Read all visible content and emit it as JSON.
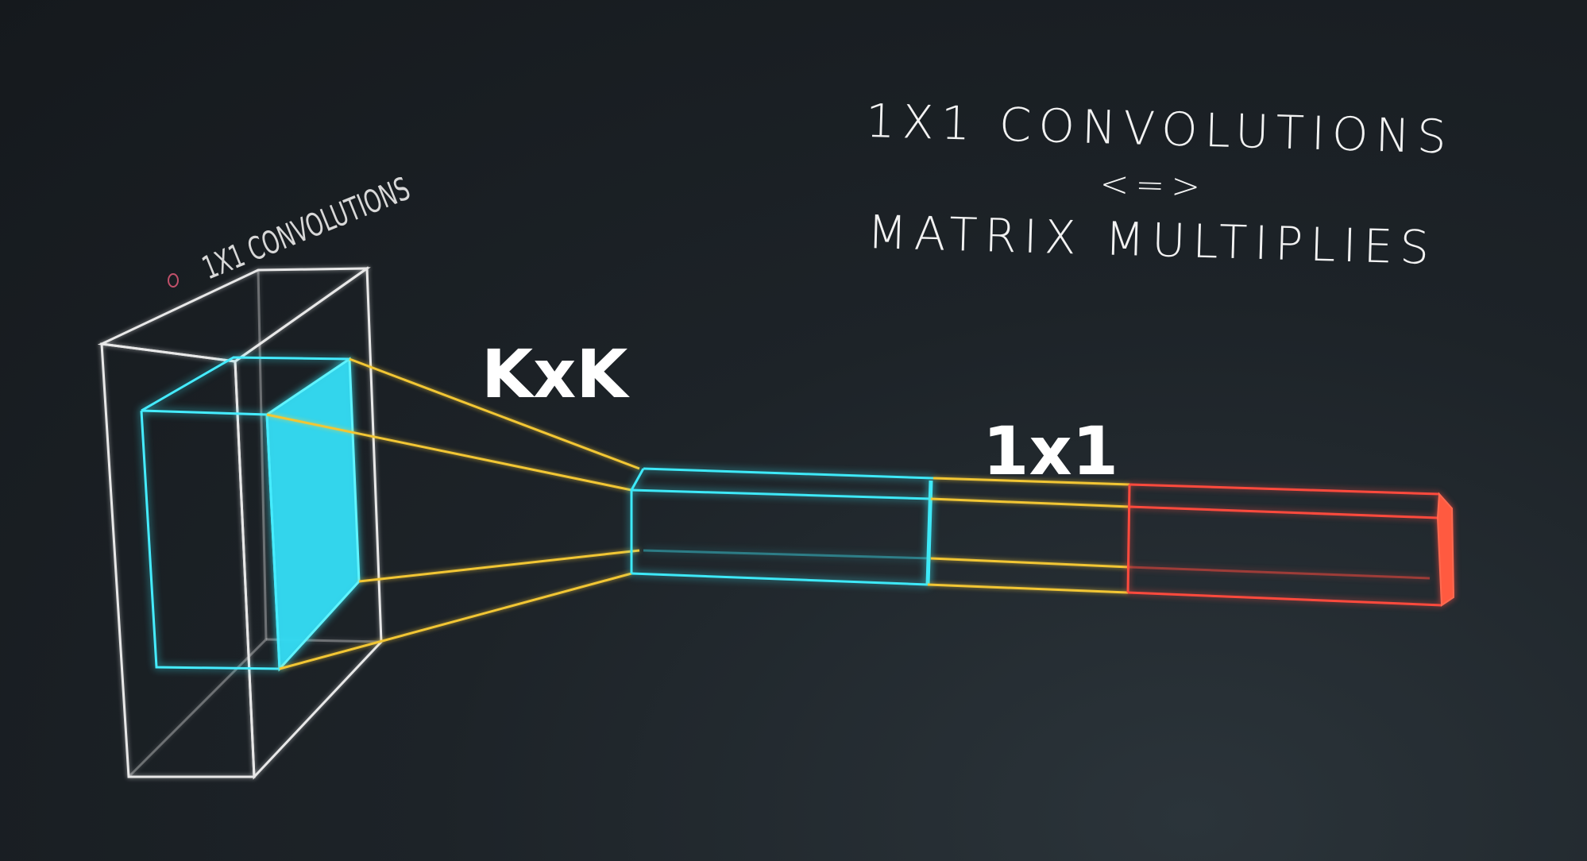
{
  "caption": {
    "line1": "1X1 CONVOLUTIONS",
    "line2": "<=>",
    "line3": "MATRIX MULTIPLIES"
  },
  "labels": {
    "kxk": "KxK",
    "one_by_one": "1x1",
    "volume_label": "1X1 CONVOLUTIONS"
  },
  "colors": {
    "background": "#1b2126",
    "volume_outline": "#e8e8e8",
    "patch": "#3cecff",
    "projection": "#f2c634",
    "output_column": "#ff4a3d",
    "marker": "#c0506a"
  }
}
